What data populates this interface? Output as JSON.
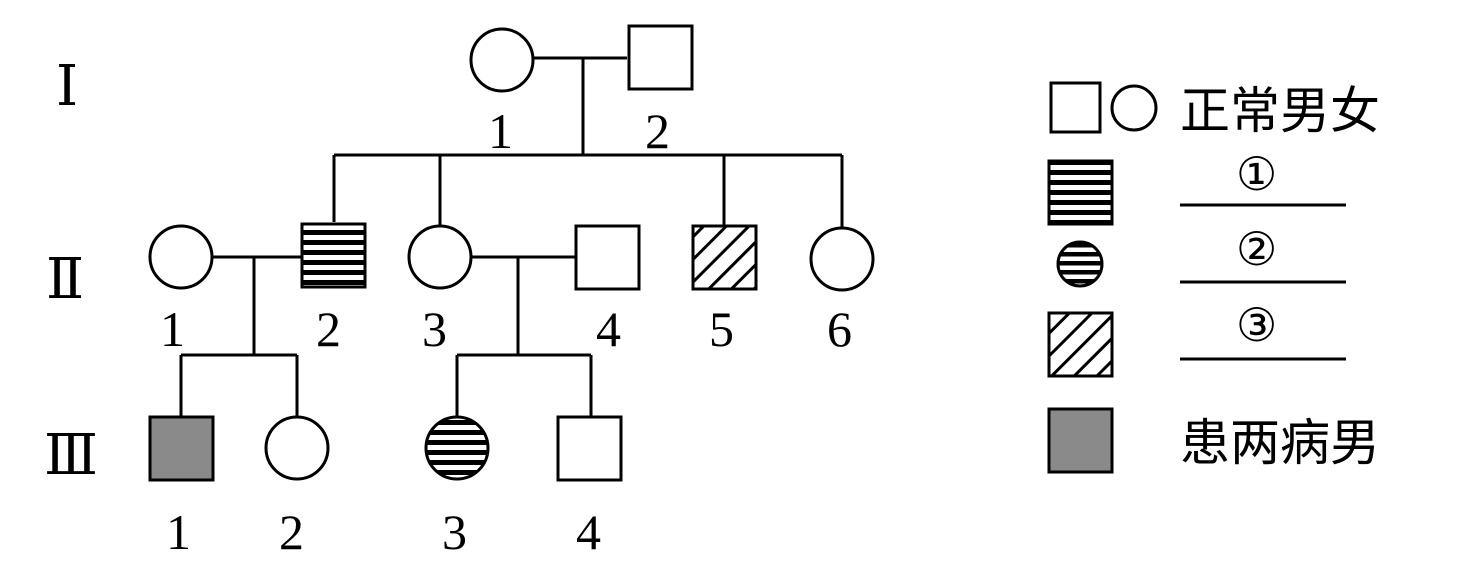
{
  "generations": {
    "g1": "Ⅰ",
    "g2": "Ⅱ",
    "g3": "Ⅲ"
  },
  "individuals": {
    "g1_1": "1",
    "g1_2": "2",
    "g2_1": "1",
    "g2_2": "2",
    "g2_3": "3",
    "g2_4": "4",
    "g2_5": "5",
    "g2_6": "6",
    "g3_1": "1",
    "g3_2": "2",
    "g3_3": "3",
    "g3_4": "4"
  },
  "legend": {
    "normal": "正常男女",
    "blank1": "①",
    "blank2": "②",
    "blank3": "③",
    "both_male": "患两病男"
  },
  "colors": {
    "line": "#000000",
    "both_fill": "#8a8a8a"
  }
}
